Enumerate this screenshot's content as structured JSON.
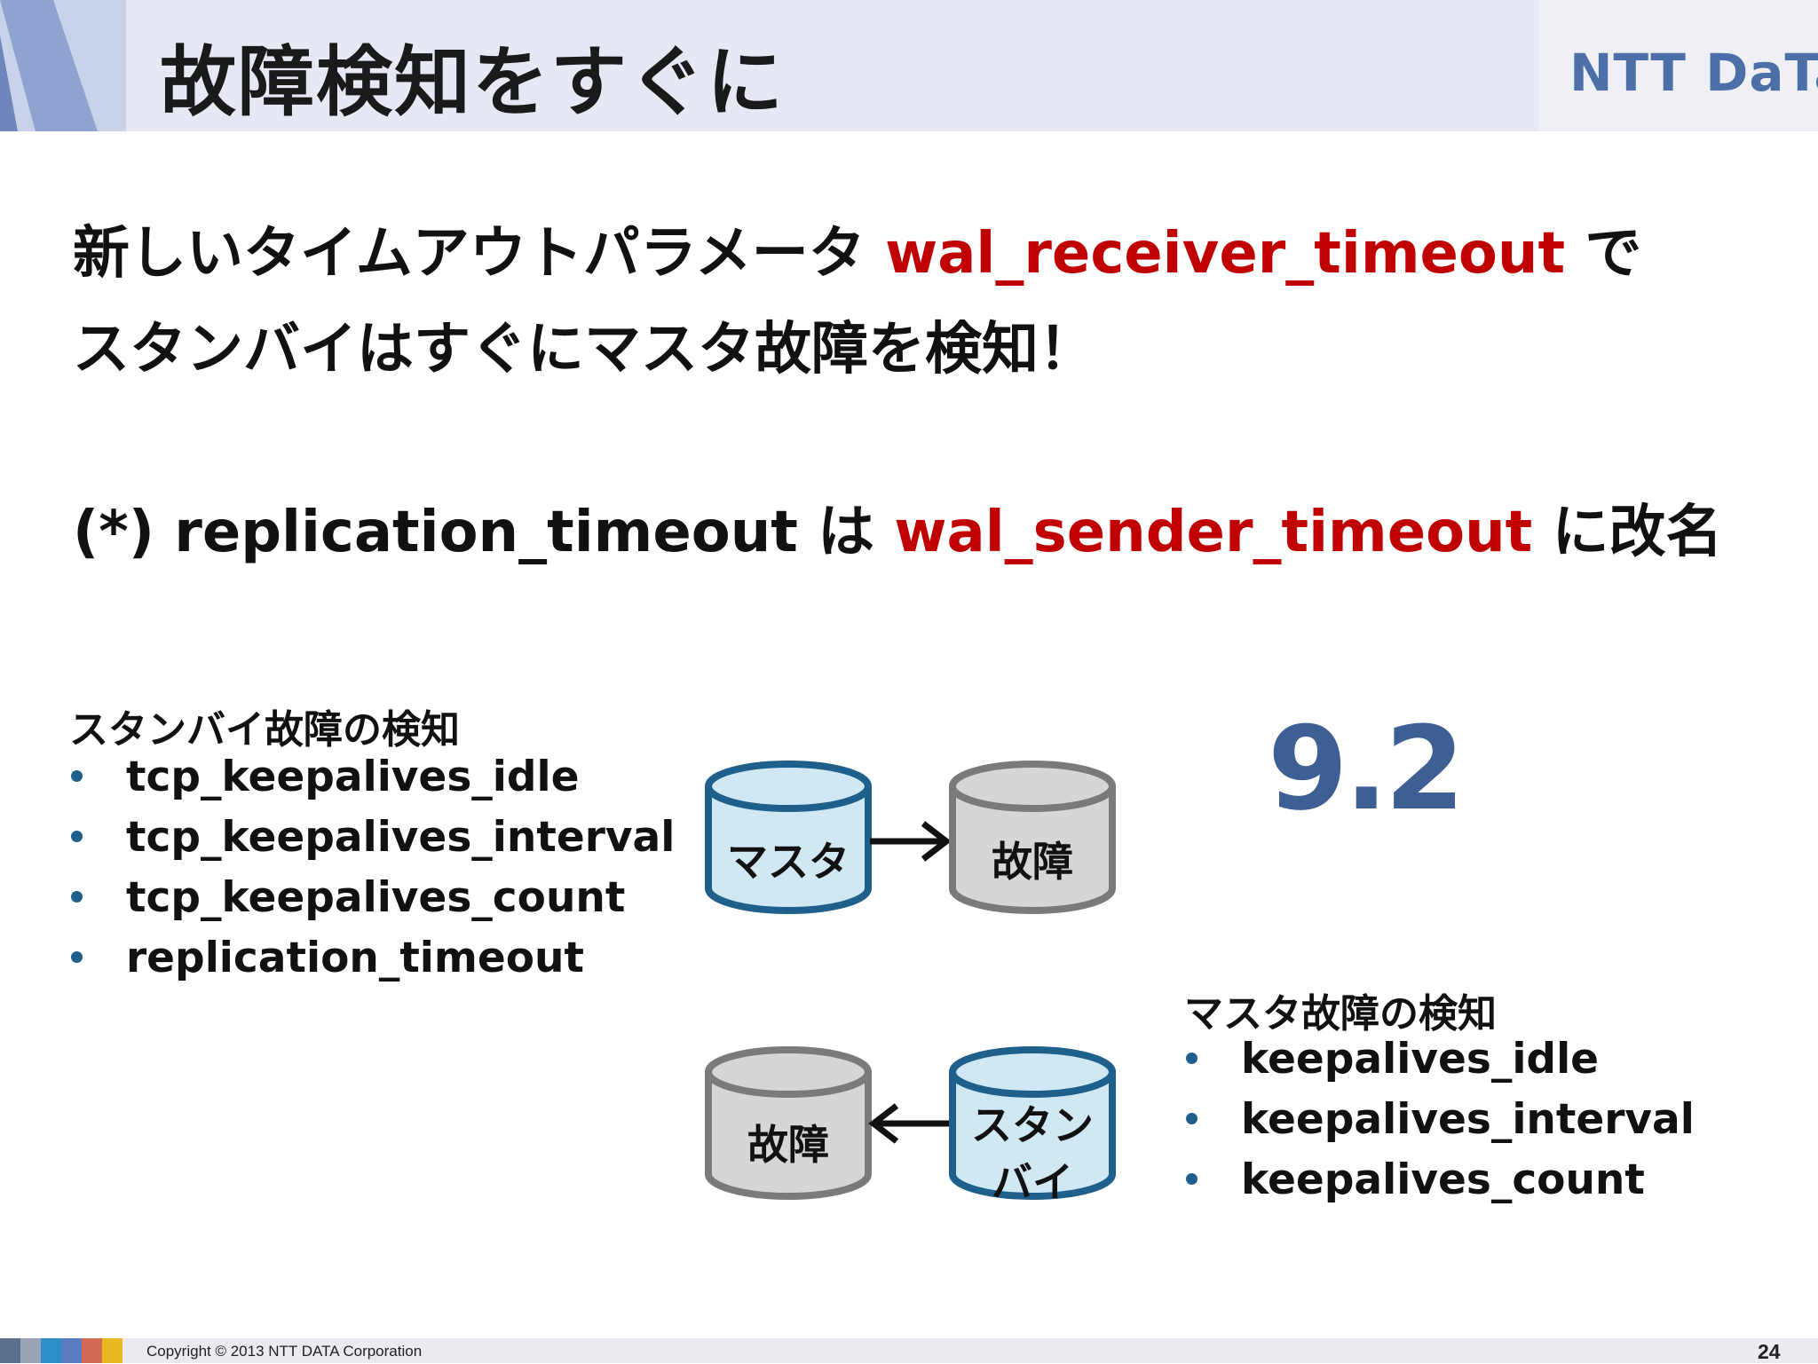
{
  "header": {
    "title": "故障検知をすぐに",
    "logo": "NTT DaTa"
  },
  "headline": {
    "line1_prefix": "新しいタイムアウトパラメータ ",
    "line1_param": "wal_receiver_timeout",
    "line1_suffix": " で",
    "line2": "スタンバイはすぐにマスタ故障を検知！"
  },
  "note": {
    "prefix": "(*) replication_timeout は ",
    "param": "wal_sender_timeout",
    "suffix": " に改名"
  },
  "standby_detection": {
    "title": "スタンバイ故障の検知",
    "items": [
      "tcp_keepalives_idle",
      "tcp_keepalives_interval",
      "tcp_keepalives_count",
      "replication_timeout"
    ]
  },
  "master_detection": {
    "title": "マスタ故障の検知",
    "items": [
      "keepalives_idle",
      "keepalives_interval",
      "keepalives_count"
    ]
  },
  "diagram": {
    "top_left": "マスタ",
    "top_right": "故障",
    "bottom_left": "故障",
    "bottom_right_line1": "スタン",
    "bottom_right_line2": "バイ",
    "healthy_color": "#cfe8f3",
    "healthy_stroke": "#1f5f8b",
    "failed_color": "#d6d6d8",
    "failed_stroke": "#7a7a7c"
  },
  "version": "9.2",
  "footer": {
    "copyright": "Copyright © 2013 NTT DATA Corporation",
    "page": "24"
  }
}
